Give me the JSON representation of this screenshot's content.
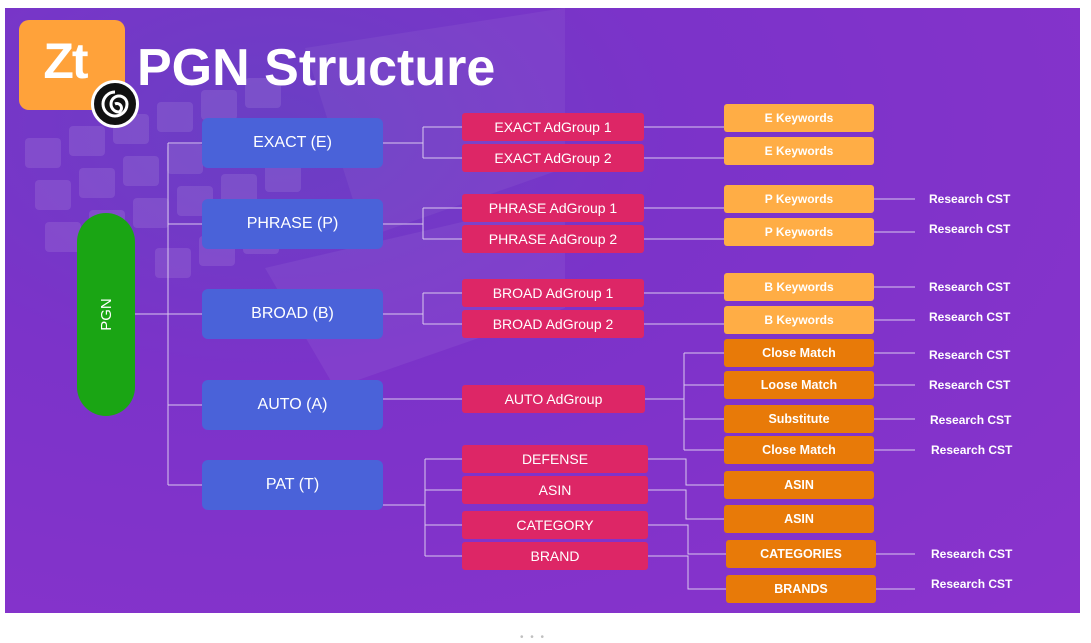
{
  "logo_text": "Zt",
  "title": "PGN Structure",
  "root": "PGN",
  "match_types": [
    "EXACT (E)",
    "PHRASE (P)",
    "BROAD (B)",
    "AUTO (A)",
    "PAT (T)"
  ],
  "adgroups": [
    "EXACT AdGroup 1",
    "EXACT AdGroup 2",
    "PHRASE AdGroup 1",
    "PHRASE AdGroup 2",
    "BROAD AdGroup 1",
    "BROAD AdGroup 2",
    "AUTO AdGroup",
    "DEFENSE",
    "ASIN",
    "CATEGORY",
    "BRAND"
  ],
  "keywords": [
    "E Keywords",
    "E Keywords",
    "P Keywords",
    "P Keywords",
    "B Keywords",
    "B Keywords",
    "Close Match",
    "Loose Match",
    "Substitute",
    "Close Match",
    "ASIN",
    "ASIN",
    "CATEGORIES",
    "BRANDS"
  ],
  "research": [
    "Research CST",
    "Research CST",
    "Research CST",
    "Research CST",
    "Research CST",
    "Research CST",
    "Research CST",
    "Research CST",
    "Research CST",
    "Research CST"
  ],
  "colors": {
    "background": "#7b33c9",
    "match_type": "#4a62d9",
    "adgroup": "#dd2666",
    "keyword_light": "#ffad45",
    "keyword_dark": "#e87a08",
    "root": "#1aa514",
    "logo": "#ffa23a"
  }
}
